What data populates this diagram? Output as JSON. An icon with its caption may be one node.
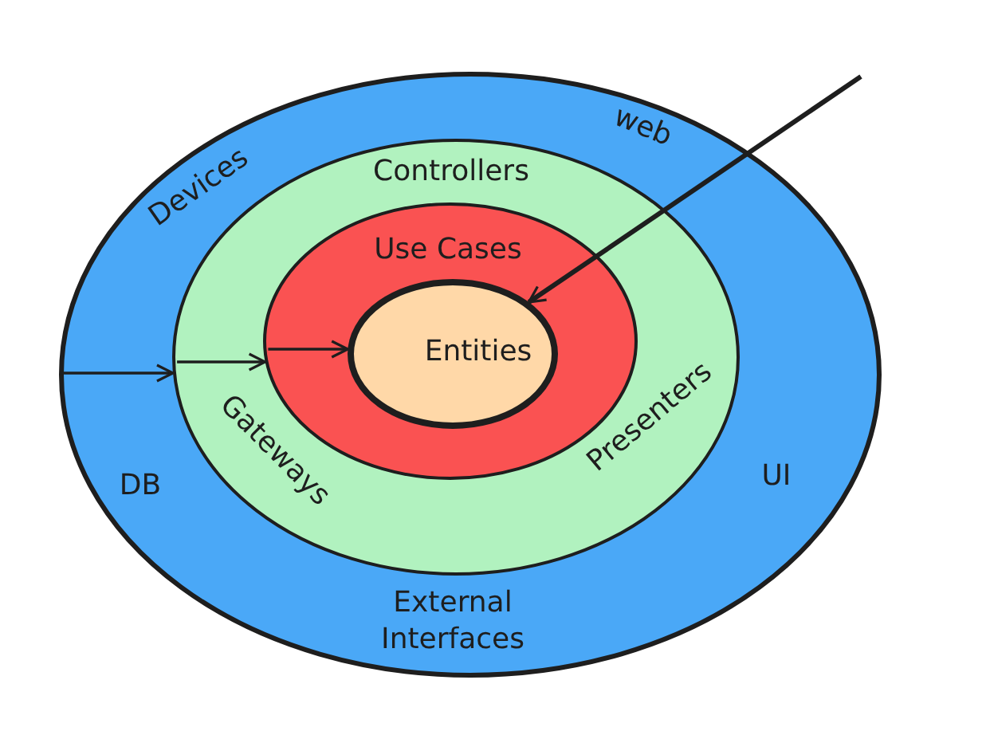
{
  "diagram": {
    "nodes": [
      {
        "text": [
          "Devices",
          "web",
          "DB",
          "UI",
          "External Interfaces"
        ]
      },
      {
        "text": [
          "Controllers",
          "Gateways",
          "Presenters"
        ],
        "in": 0
      },
      {
        "text": [
          "Use Cases"
        ],
        "in": 1
      },
      {
        "text": [
          "Entities"
        ],
        "in": 2
      }
    ],
    "edges": [
      {
        "from": 0,
        "to": 1,
        "arrow": "to"
      },
      {
        "from": 1,
        "to": 2,
        "arrow": "to"
      },
      {
        "from": 2,
        "to": 3,
        "arrow": "to"
      },
      {
        "from": null,
        "to": 3,
        "arrow": "to"
      }
    ]
  }
}
